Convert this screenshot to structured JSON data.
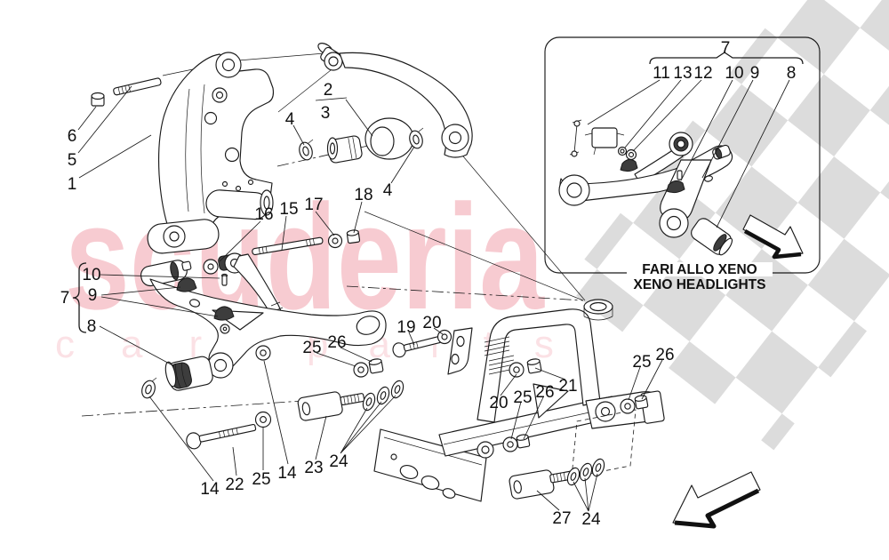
{
  "watermark": {
    "line1": "scuderia",
    "line2_left": "car",
    "line2_right": "parts",
    "pink": "#e8566a",
    "checker_gray": "#d8d8d8"
  },
  "diagram": {
    "callouts": [
      {
        "label": "6"
      },
      {
        "label": "5"
      },
      {
        "label": "1"
      },
      {
        "label": "2"
      },
      {
        "label": "3"
      },
      {
        "label": "4"
      },
      {
        "label": "4"
      },
      {
        "label": "16"
      },
      {
        "label": "15"
      },
      {
        "label": "17"
      },
      {
        "label": "18"
      },
      {
        "label": "7"
      },
      {
        "label": "10"
      },
      {
        "label": "9"
      },
      {
        "label": "8"
      },
      {
        "label": "14"
      },
      {
        "label": "22"
      },
      {
        "label": "25"
      },
      {
        "label": "14"
      },
      {
        "label": "23"
      },
      {
        "label": "24"
      },
      {
        "label": "25"
      },
      {
        "label": "26"
      },
      {
        "label": "19"
      },
      {
        "label": "20"
      },
      {
        "label": "20"
      },
      {
        "label": "25"
      },
      {
        "label": "26"
      },
      {
        "label": "21"
      },
      {
        "label": "25"
      },
      {
        "label": "26"
      },
      {
        "label": "27"
      },
      {
        "label": "24"
      }
    ]
  },
  "inset": {
    "group_label": "7",
    "numbers": [
      "11",
      "13",
      "12",
      "10",
      "9",
      "8"
    ],
    "caption_line1": "FARI ALLO XENO",
    "caption_line2": "XENO HEADLIGHTS"
  }
}
